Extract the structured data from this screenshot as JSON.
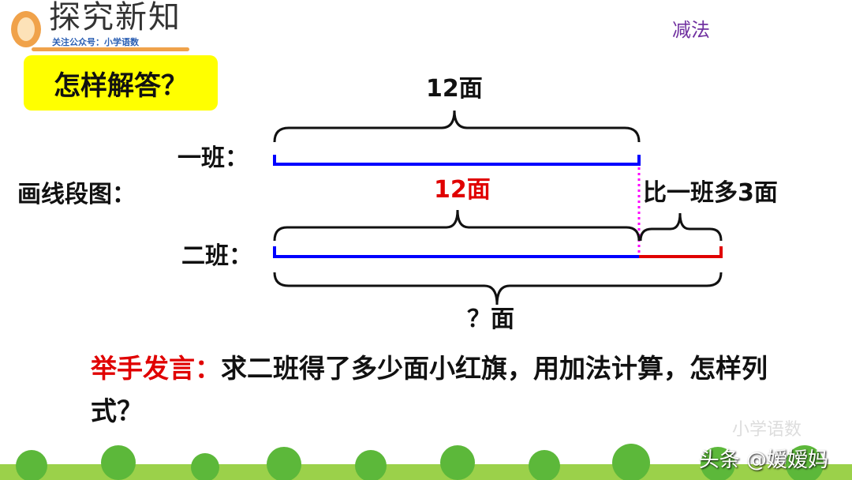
{
  "header": {
    "title": "探究新知",
    "subtitle": "关注公众号：小学语数",
    "topic": "减法"
  },
  "question_box": "怎样解答？",
  "diagram": {
    "label": "画线段图：",
    "row1": "一班：",
    "row2": "二班：",
    "top_total": "12面",
    "same_part": "12面",
    "extra": "比一班多3面",
    "unknown": "？面",
    "colors": {
      "line": "#0000ff",
      "extra": "#e00000",
      "dotted": "#ff00ff"
    }
  },
  "prompt": {
    "lead": "举手发言：",
    "text": "求二班得了多少面小红旗，用加法计算，怎样列式？"
  },
  "watermark": {
    "faint": "小学语数",
    "credit": "头条 @嫒嫒妈"
  }
}
